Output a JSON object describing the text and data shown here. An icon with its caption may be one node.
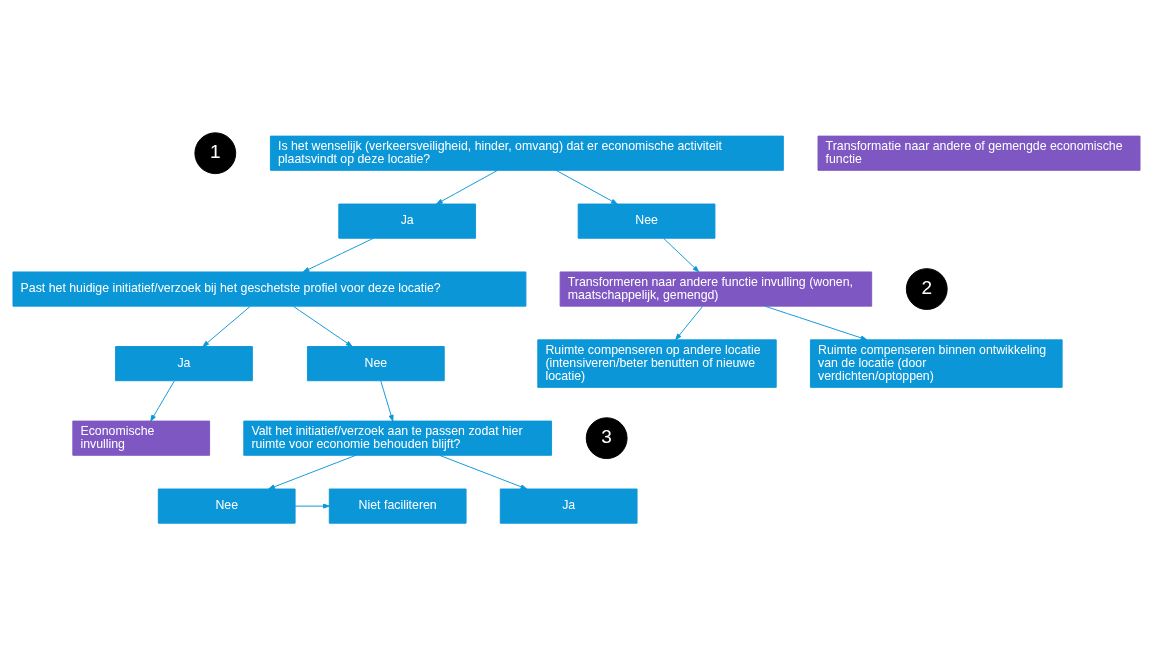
{
  "diagram": {
    "nodes": [
      {
        "text": [
          "1"
        ]
      },
      {
        "text": [
          "Is het wenselijk (verkeersveiligheid, hinder, omvang) dat er economische activiteit plaatsvindt op deze locatie?"
        ]
      },
      {
        "text": [
          "Ja"
        ]
      },
      {
        "text": [
          "Nee"
        ]
      },
      {
        "text": [
          "2"
        ]
      },
      {
        "text": [
          "Past het huidige initiatief/verzoek bij het geschetste profiel voor deze locatie?"
        ]
      },
      {
        "text": [
          "Ja"
        ]
      },
      {
        "text": [
          "Nee"
        ]
      },
      {
        "text": [
          "Economische invulling"
        ]
      },
      {
        "text": [
          "3"
        ]
      },
      {
        "text": [
          "Valt het initiatief/verzoek aan te passen zodat hier ruimte voor economie behouden blijft?"
        ]
      },
      {
        "text": [
          "Nee"
        ]
      },
      {
        "text": [
          "Niet faciliteren"
        ]
      },
      {
        "text": [
          "Ja"
        ]
      },
      {
        "text": [
          "Transformeren naar andere functie invulling (wonen, maatschappelijk, gemengd)"
        ]
      },
      {
        "text": [
          "Transformatie naar andere of gemengde economische functie"
        ]
      },
      {
        "text": [
          "Ruimte compenseren op andere locatie (intensiveren/beter benutten of nieuwe locatie)"
        ]
      },
      {
        "text": [
          "Ruimte compenseren binnen ontwikkeling van de locatie (door verdichten/optoppen)"
        ]
      }
    ],
    "edges": [
      {
        "from": 1,
        "to": 2,
        "arrow": "to"
      },
      {
        "from": 1,
        "to": 3,
        "arrow": "to"
      },
      {
        "from": 2,
        "to": 5,
        "arrow": "to"
      },
      {
        "from": 3,
        "to": 14,
        "arrow": "to"
      },
      {
        "from": 5,
        "to": 6,
        "arrow": "to"
      },
      {
        "from": 5,
        "to": 7,
        "arrow": "to"
      },
      {
        "from": 6,
        "to": 8,
        "arrow": "to"
      },
      {
        "from": 7,
        "to": 10,
        "arrow": "to"
      },
      {
        "from": 10,
        "to": 11,
        "arrow": "to"
      },
      {
        "from": 11,
        "to": 12,
        "arrow": "to"
      },
      {
        "from": 10,
        "to": 13,
        "arrow": "to"
      },
      {
        "from": 14,
        "to": 16,
        "arrow": "to"
      },
      {
        "from": 14,
        "to": 17,
        "arrow": "to"
      }
    ]
  }
}
